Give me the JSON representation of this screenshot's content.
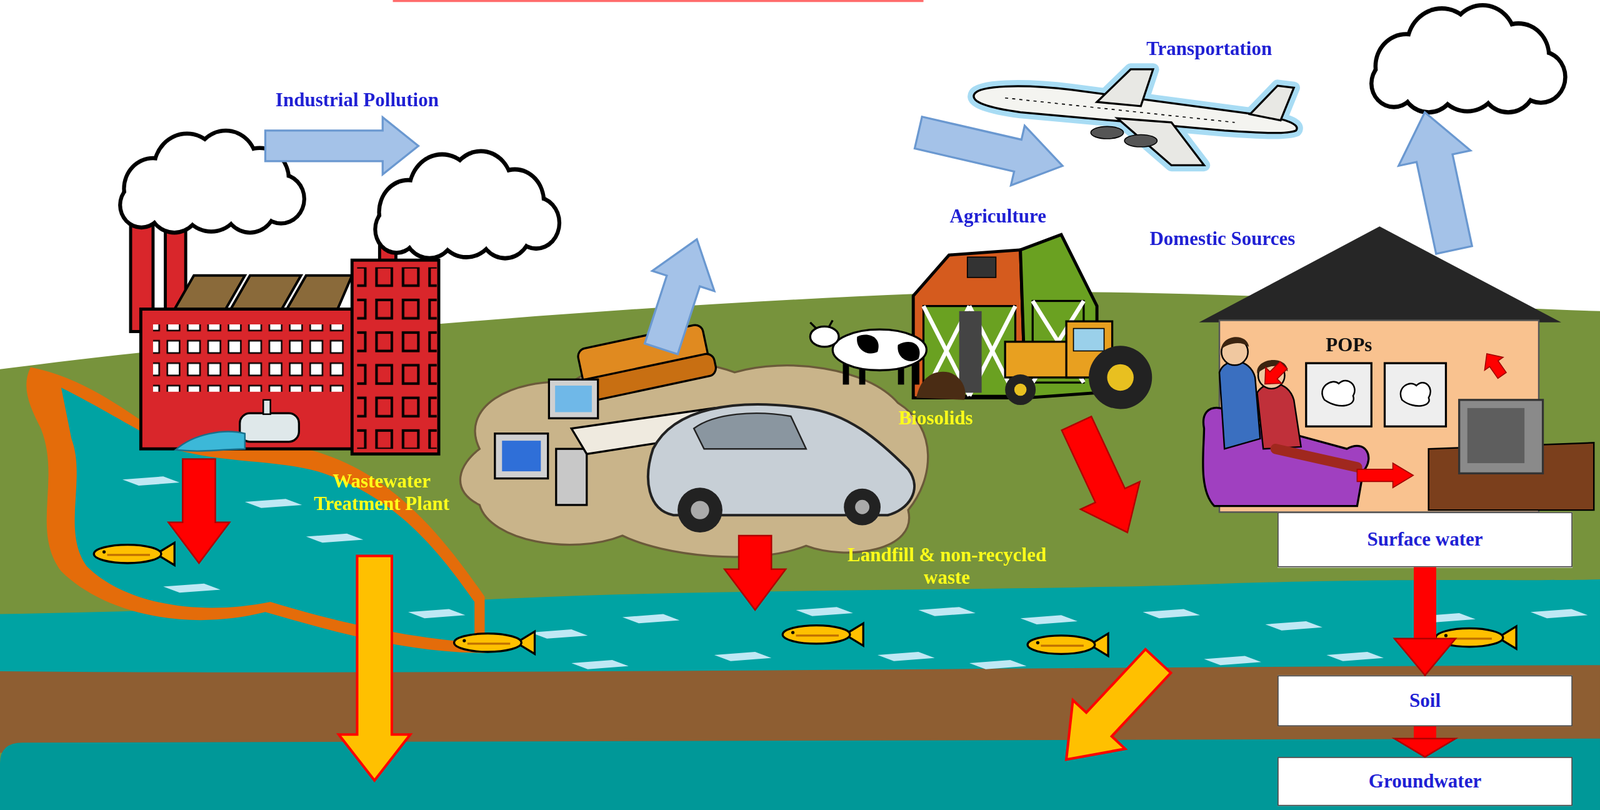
{
  "diagram": {
    "nodes": [
      {
        "text": [
          "Surface water"
        ]
      },
      {
        "text": [
          "Soil"
        ]
      },
      {
        "text": [
          "Groundwater"
        ]
      }
    ],
    "edges": [
      {
        "from": 0,
        "to": 1,
        "arrow": "to"
      },
      {
        "from": 1,
        "to": 2,
        "arrow": "to"
      }
    ],
    "labels": [
      "Transportation",
      "Industrial Pollution",
      "Agriculture",
      "Domestic Sources",
      "POPs",
      "Biosolids",
      "Wastewater Treatment Plant",
      "Landfill & non-recycled waste"
    ]
  }
}
